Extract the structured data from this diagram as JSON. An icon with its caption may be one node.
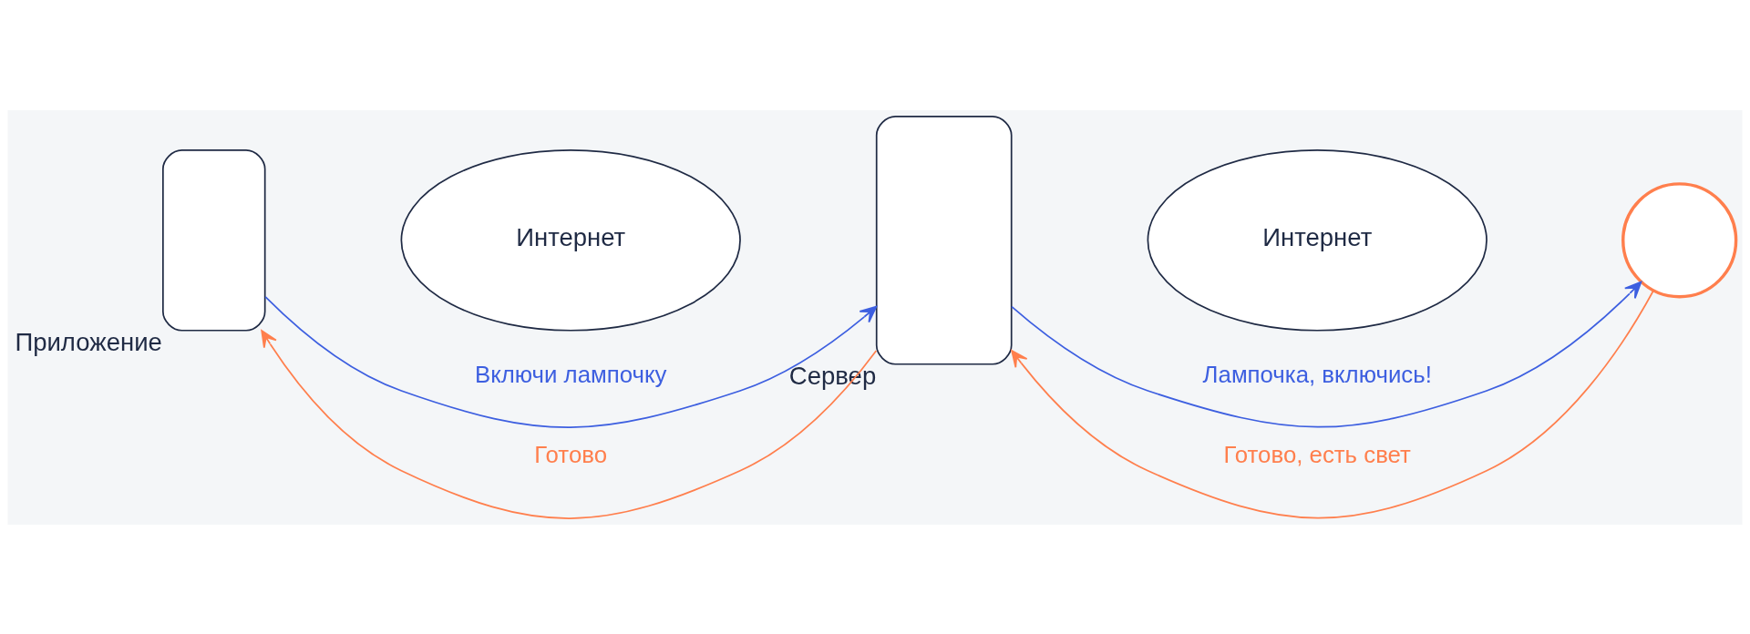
{
  "diagram": {
    "nodes": [
      {
        "text": [],
        "shape": "box",
        "beside": [
          "Приложение"
        ]
      },
      {
        "text": [
          "Интернет"
        ]
      },
      {
        "text": [],
        "shape": "box",
        "beside": [
          "Сервер"
        ]
      },
      {
        "text": [
          "Интернет"
        ]
      },
      {
        "text": [],
        "shape": "circle"
      }
    ],
    "edges": [
      {
        "from": 0,
        "to": 2,
        "arrow": "to",
        "label": "Включи лампочку",
        "color": "#3d5fe0"
      },
      {
        "from": 2,
        "to": 0,
        "arrow": "to",
        "label": "Готово",
        "color": "#ff7f4d"
      },
      {
        "from": 2,
        "to": 4,
        "arrow": "to",
        "label": "Лампочка, включись!",
        "color": "#3d5fe0"
      },
      {
        "from": 4,
        "to": 2,
        "arrow": "to",
        "label": "Готово, есть свет",
        "color": "#ff7f4d"
      }
    ]
  }
}
